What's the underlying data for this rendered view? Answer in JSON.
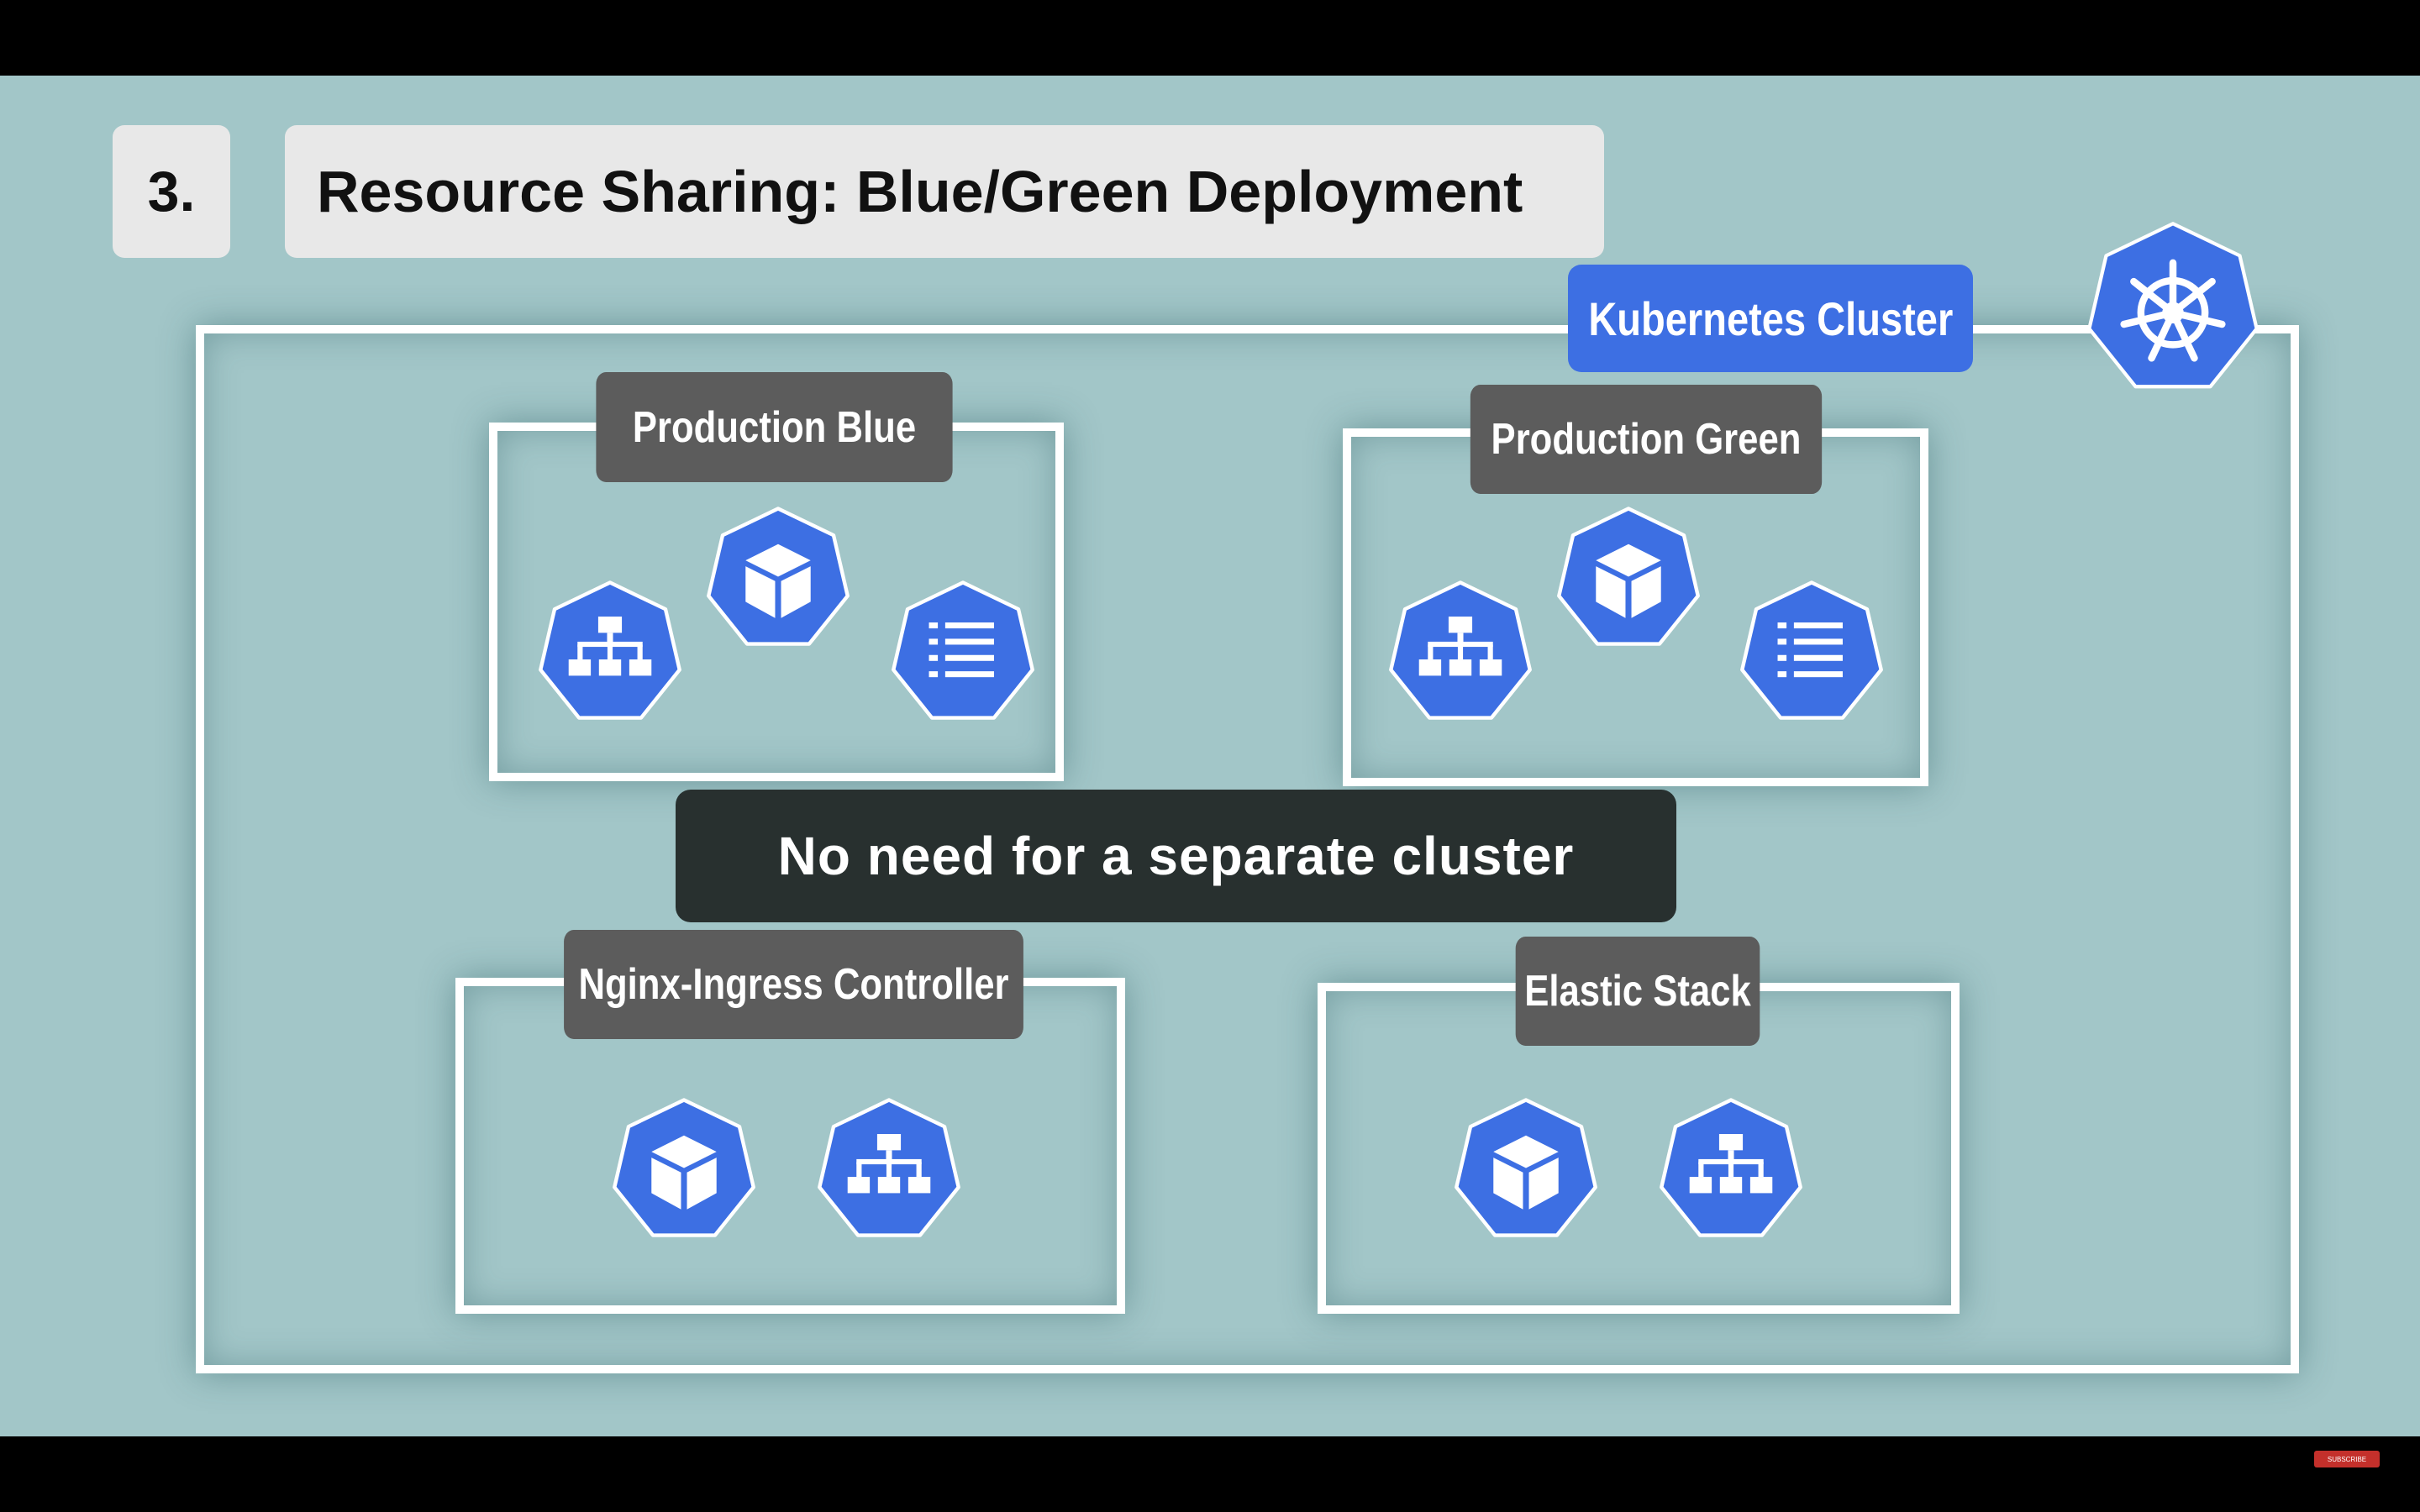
{
  "slide": {
    "number": "3.",
    "title": "Resource Sharing: Blue/Green Deployment"
  },
  "cluster": {
    "label": "Kubernetes Cluster",
    "logo_icon": "kubernetes-helm-wheel-icon"
  },
  "namespaces": {
    "production_blue": {
      "label": "Production Blue",
      "icons": [
        "service-icon",
        "pod-icon",
        "configmap-icon"
      ]
    },
    "production_green": {
      "label": "Production Green",
      "icons": [
        "service-icon",
        "pod-icon",
        "configmap-icon"
      ]
    },
    "nginx_ingress": {
      "label": "Nginx-Ingress Controller",
      "icons": [
        "pod-icon",
        "service-icon"
      ]
    },
    "elastic_stack": {
      "label": "Elastic Stack",
      "icons": [
        "pod-icon",
        "service-icon"
      ]
    }
  },
  "callout": "No need for a separate cluster",
  "footer": {
    "badge": "SUBSCRIBE"
  },
  "colors": {
    "background": "#a2c6c8",
    "k8s_blue": "#3d6fe3",
    "label_dark": "#5c5c5c",
    "callout_dark": "#28302f",
    "frame": "#ffffff"
  }
}
